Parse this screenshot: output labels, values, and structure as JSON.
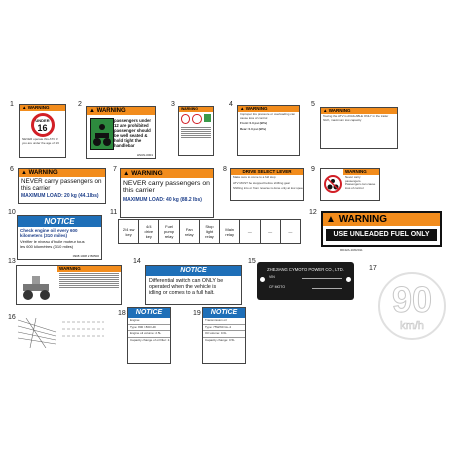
{
  "numbers": [
    "1",
    "2",
    "3",
    "4",
    "5",
    "6",
    "7",
    "8",
    "9",
    "10",
    "11",
    "12",
    "13",
    "14",
    "15",
    "16",
    "17",
    "18",
    "19"
  ],
  "label1": {
    "header": "WARNING",
    "badge_text": "UNDER",
    "age": "16",
    "small_text": "NEVER operate this ATV if you are under the age of 16"
  },
  "label2": {
    "header": "WARNING",
    "line1": "passengers under",
    "line2": "12 are prohibited",
    "line3": "passenger should",
    "line4": "be well seated &",
    "line5": "hold tight the",
    "line6": "handlebar",
    "code": "HSUN-0001"
  },
  "label3": {
    "header": "WARNING"
  },
  "label4": {
    "header": "WARNING",
    "body": "Improper tire pressure or overloading can cause loss of control",
    "front": "Front: 0.3 psi (kPa)",
    "rear": "Rear: 0.3 psi (kPa)"
  },
  "label5": {
    "header": "WARNING",
    "body": "Towing the ATV is AVAILABLE ONLY in the trailer hitch, maximum tow capacity"
  },
  "label6": {
    "header": "WARNING",
    "line1": "NEVER carry passengers on",
    "line2": "this carrier",
    "max": "MAXIMUM LOAD: 20 kg (44.1lbs)"
  },
  "label7": {
    "header": "WARNING",
    "line1": "NEVER carry passengers on",
    "line2": "this carrier",
    "max": "MAXIMUM LOAD: 40 kg (88.2 lbs)"
  },
  "label8": {
    "header": "DRIVE SELECT LEVER",
    "items": [
      "Make sure to come to a full stop",
      "ATV MUST be stopped before shifting gear",
      "Shifting into or from reverse is done only at low speed"
    ]
  },
  "label9": {
    "header": "WARNING",
    "body": "Never carry passengers. Passengers can cause loss of control"
  },
  "label10": {
    "header": "NOTICE",
    "line1": "Check engine oil every 600",
    "line2": "kilometers (310 miles)",
    "line3": "Vérifier le niveau d'huile moteur tous",
    "line4": "les 600 kilomètres (310 miles)",
    "code": "0908 1008 2 B0500"
  },
  "label11": {
    "cells": [
      "2/4 sw key",
      "4/4 drive key",
      "Fuel pump relay",
      "Fan relay",
      "Stop light relay",
      "Main relay",
      "—",
      "—",
      "—"
    ]
  },
  "label12": {
    "header": "WARNING",
    "body": "USE UNLEADED FUEL ONLY",
    "code": "RD42A-1R02011"
  },
  "label13": {
    "header": "WARNING"
  },
  "label14": {
    "header": "NOTICE",
    "line1": "Differential switch can ONLY be",
    "line2": "operated when the vehicle is",
    "line3": "idling or comes to a full halt."
  },
  "label15": {
    "line1": "ZHEJIANG CYMOTO POWER CO., LTD.",
    "line2": "VIN",
    "line3": "CF MOTO"
  },
  "label17": {
    "speed": "90",
    "unit": "km/h"
  },
  "label18": {
    "header": "NOTICE",
    "rows": [
      "Engine:",
      "Type: 800 / 800 HD",
      "Engine oil volume: 2.5L",
      "Capacity change of oil filter: 2.8L"
    ]
  },
  "label19": {
    "header": "NOTICE",
    "rows": [
      "Transmission oil",
      "Type: 75W/90 GL-4",
      "Oil volume: 0.6L",
      "Capacity change: 0.5L"
    ]
  }
}
